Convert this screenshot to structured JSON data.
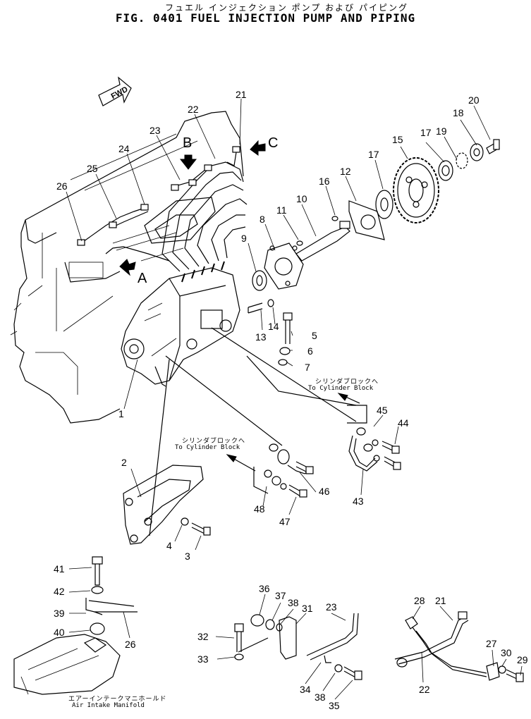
{
  "title": {
    "jp": "フュエル インジェクション ポンプ および パイピング",
    "en": "FIG. 0401  FUEL INJECTION PUMP AND PIPING"
  },
  "view_arrows": {
    "fwd": "FWD",
    "a": "A",
    "b": "B",
    "c": "C"
  },
  "notes": {
    "cylinder_block_1_jp": "シリンダブロックへ",
    "cylinder_block_1_en": "To Cylinder Block",
    "cylinder_block_2_jp": "シリンダブロックへ",
    "cylinder_block_2_en": "To Cylinder Block",
    "manifold_jp": "エアーインテークマニホールド",
    "manifold_en": "Air Intake Manifold"
  },
  "parts": {
    "p1": "1",
    "p2": "2",
    "p3": "3",
    "p4": "4",
    "p5": "5",
    "p6": "6",
    "p7": "7",
    "p8": "8",
    "p9": "9",
    "p10": "10",
    "p11": "11",
    "p12": "12",
    "p13": "13",
    "p14": "14",
    "p15": "15",
    "p16": "16",
    "p17a": "17",
    "p17b": "17",
    "p18": "18",
    "p19": "19",
    "p20": "20",
    "p21a": "21",
    "p21b": "21",
    "p22a": "22",
    "p22b": "22",
    "p23a": "23",
    "p23b": "23",
    "p24": "24",
    "p25": "25",
    "p26a": "26",
    "p26b": "26",
    "p27": "27",
    "p28": "28",
    "p29": "29",
    "p30": "30",
    "p31": "31",
    "p32": "32",
    "p33": "33",
    "p34": "34",
    "p35": "35",
    "p36": "36",
    "p37": "37",
    "p38a": "38",
    "p38b": "38",
    "p39": "39",
    "p40": "40",
    "p41": "41",
    "p42": "42",
    "p43": "43",
    "p44": "44",
    "p45": "45",
    "p46": "46",
    "p47": "47",
    "p48": "48"
  }
}
